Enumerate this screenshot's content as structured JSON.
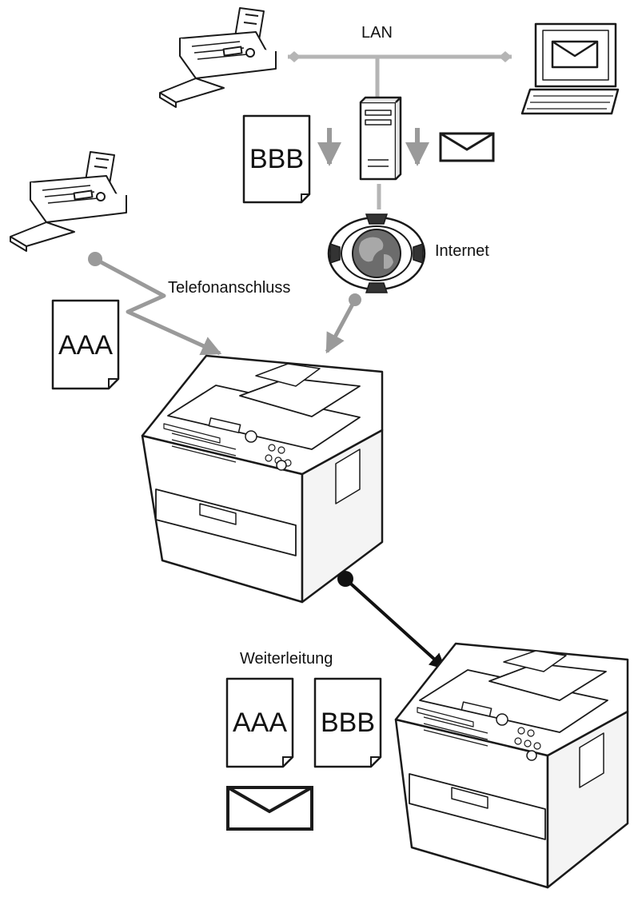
{
  "labels": {
    "lan": "LAN",
    "internet": "Internet",
    "phone_line": "Telefonanschluss",
    "forwarding": "Weiterleitung"
  },
  "documents": {
    "top_doc": "BBB",
    "left_doc": "AAA",
    "forward_doc_1": "AAA",
    "forward_doc_2": "BBB"
  },
  "colors": {
    "line_gray": "#aaaaaa",
    "arrow_gray": "#999999",
    "outline": "#1a1a1a",
    "arrow_black": "#111111"
  },
  "icons": {
    "lan_fax": "fax-machine-icon",
    "pc": "computer-with-mail-icon",
    "server": "server-tower-icon",
    "internet": "globe-icon",
    "phone_fax": "fax-machine-icon",
    "main_device": "multifunction-fax-printer-icon",
    "target_device": "multifunction-fax-printer-icon",
    "email": "envelope-icon"
  }
}
